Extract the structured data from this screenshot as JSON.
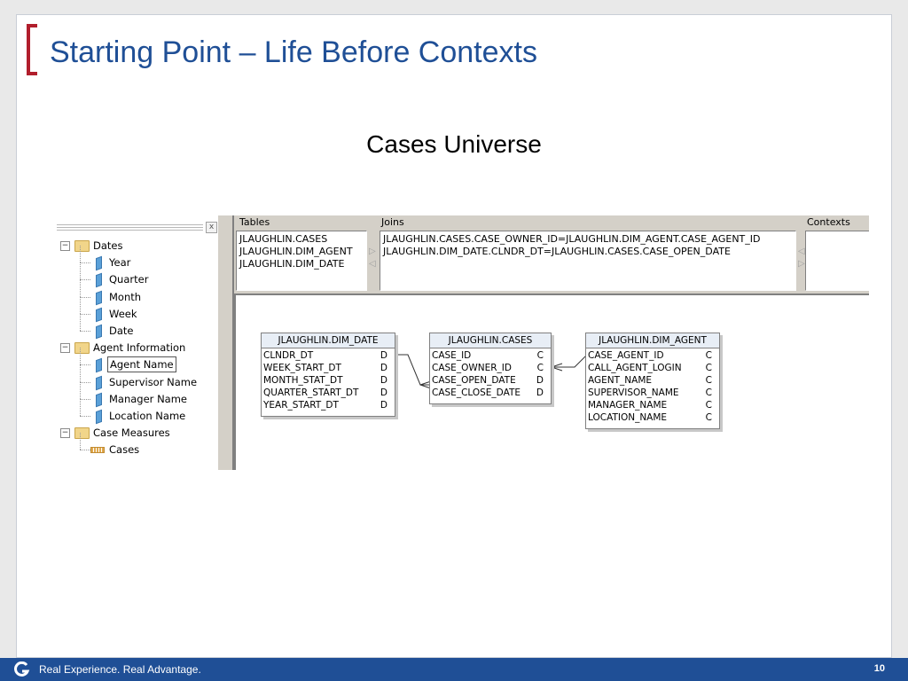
{
  "slide": {
    "title": "Starting Point – Life Before Contexts",
    "subtitle": "Cases Universe",
    "footer_tagline": "Real Experience. Real Advantage.",
    "page_number": "10",
    "accent_color": "#1f4f96",
    "bracket_color": "#b11e2c"
  },
  "tree": {
    "close_label": "x",
    "items": [
      {
        "label": "Dates",
        "type": "folder",
        "level": 0,
        "expanded": true
      },
      {
        "label": "Year",
        "type": "dimension",
        "level": 1
      },
      {
        "label": "Quarter",
        "type": "dimension",
        "level": 1
      },
      {
        "label": "Month",
        "type": "dimension",
        "level": 1
      },
      {
        "label": "Week",
        "type": "dimension",
        "level": 1
      },
      {
        "label": "Date",
        "type": "dimension",
        "level": 1
      },
      {
        "label": "Agent Information",
        "type": "folder",
        "level": 0,
        "expanded": true
      },
      {
        "label": "Agent Name",
        "type": "dimension",
        "level": 1,
        "selected": true
      },
      {
        "label": "Supervisor Name",
        "type": "dimension",
        "level": 1
      },
      {
        "label": "Manager Name",
        "type": "dimension",
        "level": 1
      },
      {
        "label": "Location Name",
        "type": "dimension",
        "level": 1
      },
      {
        "label": "Case Measures",
        "type": "folder",
        "level": 0,
        "expanded": true
      },
      {
        "label": "Cases",
        "type": "measure",
        "level": 1
      }
    ]
  },
  "panels": {
    "tables_label": "Tables",
    "joins_label": "Joins",
    "contexts_label": "Contexts",
    "tables": [
      "JLAUGHLIN.CASES",
      "JLAUGHLIN.DIM_AGENT",
      "JLAUGHLIN.DIM_DATE"
    ],
    "joins": [
      "JLAUGHLIN.CASES.CASE_OWNER_ID=JLAUGHLIN.DIM_AGENT.CASE_AGENT_ID",
      "JLAUGHLIN.DIM_DATE.CLNDR_DT=JLAUGHLIN.CASES.CASE_OPEN_DATE"
    ],
    "contexts": []
  },
  "schema": {
    "tables": [
      {
        "name": "JLAUGHLIN.DIM_DATE",
        "columns": [
          {
            "name": "CLNDR_DT",
            "type": "D"
          },
          {
            "name": "WEEK_START_DT",
            "type": "D"
          },
          {
            "name": "MONTH_STAT_DT",
            "type": "D"
          },
          {
            "name": "QUARTER_START_DT",
            "type": "D"
          },
          {
            "name": "YEAR_START_DT",
            "type": "D"
          }
        ]
      },
      {
        "name": "JLAUGHLIN.CASES",
        "columns": [
          {
            "name": "CASE_ID",
            "type": "C"
          },
          {
            "name": "CASE_OWNER_ID",
            "type": "C"
          },
          {
            "name": "CASE_OPEN_DATE",
            "type": "D"
          },
          {
            "name": "CASE_CLOSE_DATE",
            "type": "D"
          }
        ]
      },
      {
        "name": "JLAUGHLIN.DIM_AGENT",
        "columns": [
          {
            "name": "CASE_AGENT_ID",
            "type": "C"
          },
          {
            "name": "CALL_AGENT_LOGIN",
            "type": "C"
          },
          {
            "name": "AGENT_NAME",
            "type": "C"
          },
          {
            "name": "SUPERVISOR_NAME",
            "type": "C"
          },
          {
            "name": "MANAGER_NAME",
            "type": "C"
          },
          {
            "name": "LOCATION_NAME",
            "type": "C"
          }
        ]
      }
    ]
  }
}
